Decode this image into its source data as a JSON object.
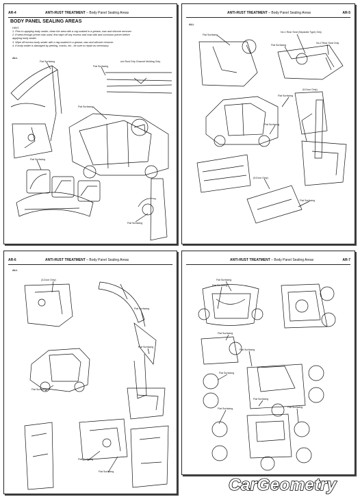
{
  "pages": [
    {
      "page_number": "AR-4",
      "header": "ANTI-RUST TREATMENT",
      "header_sub": " – Body Panel Sealing Areas",
      "title": "BODY PANEL SEALING AREAS",
      "hint_label": "HINT:",
      "hints": [
        "1.   Prior to applying body sealer, clean the area with a rag soaked in a grease, wax and silicone remover.",
        "2.   If weld-through primer was used, first wipe off any excess and coat with anti-corrosion primer before",
        "       applying body sealer.",
        "3.   Wipe off excess body sealer with a rag soaked in a grease, wax and silicone remover.",
        "4.   If body sealer is damaged by peeling, cracks, etc., be sure to repair as necessary."
      ],
      "all_label": "ALL",
      "labels": [
        "Flat Surfacing",
        "Flat Surfacing",
        "w/o Roof Drip Channel Molding Only",
        "Flat Surfacing",
        "Flat Surfacing",
        "Flat Surfacing"
      ]
    },
    {
      "page_number": "AR-5",
      "header": "ANTI-RUST TREATMENT",
      "header_sub": " – Body Panel Sealing Areas",
      "all_label": "ALL",
      "labels": [
        "Flat Surfacing",
        "No.1 Rear Seat (Separate Type) Only",
        "Flat Surfacing",
        "No.2 Rear Seat Only",
        "Flat Surfacing",
        "(5-Door Only)",
        "Flat Surfacing",
        "(5-Door Only)",
        "Flat Surfacing"
      ]
    },
    {
      "page_number": "AR-6",
      "header": "ANTI-RUST TREATMENT",
      "header_sub": " – Body Panel Sealing Areas",
      "all_label": "ALL",
      "labels": [
        "(3-Door Only)",
        "Flat Surfacing",
        "Flat Surfacing",
        "Flat Surfacing",
        "Flat Surfacing",
        "Flat Surfacing"
      ]
    },
    {
      "page_number": "AR-7",
      "header": "ANTI-RUST TREATMENT",
      "header_sub": " – Body Panel Sealing Areas",
      "labels": [
        "Flat Surfacing",
        "Flat Surfacing",
        "Flat Surfacing",
        "Flat Surfacing",
        "Flat Surfacing",
        "Flat Surfacing",
        "Flat Surfacing",
        "Flat Surfacing"
      ]
    }
  ],
  "watermark": "CarGeometry"
}
